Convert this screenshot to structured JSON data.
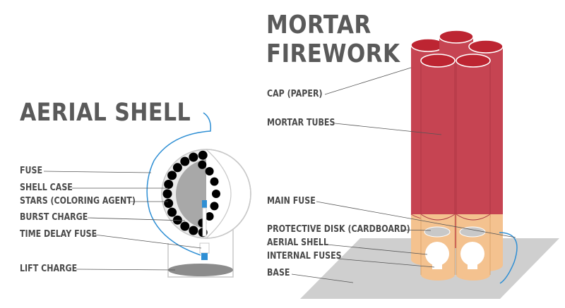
{
  "aerial_shell": {
    "title": "AERIAL SHELL",
    "labels": {
      "fuse": "FUSE",
      "shell_case": "SHELL CASE",
      "stars": "STARS (COLORING AGENT)",
      "burst_charge": "BURST CHARGE",
      "time_delay_fuse": "TIME DELAY FUSE",
      "lift_charge": "LIFT CHARGE"
    }
  },
  "mortar_firework": {
    "title_line1": "MORTAR",
    "title_line2": "FIREWORK",
    "labels": {
      "cap": "CAP (PAPER)",
      "mortar_tubes": "MORTAR TUBES",
      "main_fuse": "MAIN FUSE",
      "protective_disk": "PROTECTIVE DISK (CARDBOARD)",
      "aerial_shell": "AERIAL SHELL",
      "internal_fuses": "INTERNAL FUSES",
      "base": "BASE"
    }
  },
  "colors": {
    "title_gray": "#5a5a5a",
    "tube_red": "#c64452",
    "cap_red": "#bd2532",
    "fuse_blue": "#2f8fd4",
    "sand": "#f4c28f",
    "base_gray": "#cfcfcf"
  }
}
